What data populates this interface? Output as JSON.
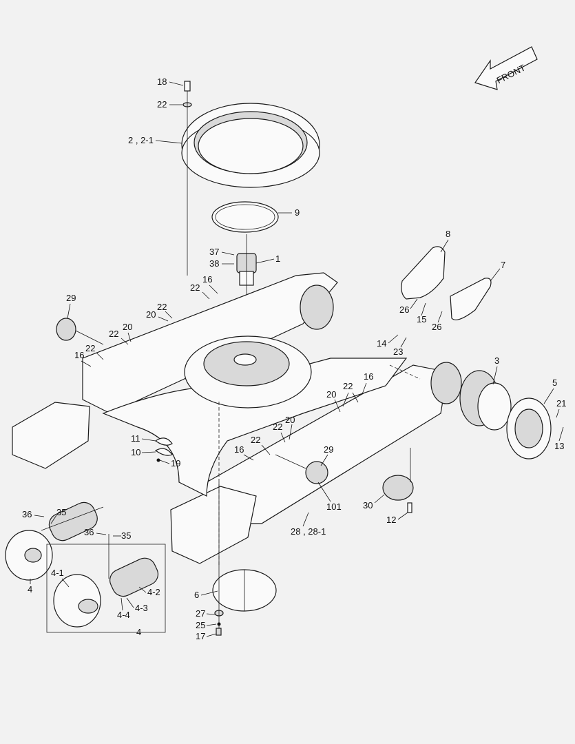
{
  "direction_arrow": {
    "label": "FRONT"
  },
  "callouts": [
    {
      "id": "c18",
      "text": "18"
    },
    {
      "id": "c22a",
      "text": "22"
    },
    {
      "id": "c2",
      "text": "2 , 2-1"
    },
    {
      "id": "c9",
      "text": "9"
    },
    {
      "id": "c37",
      "text": "37"
    },
    {
      "id": "c38",
      "text": "38"
    },
    {
      "id": "c1",
      "text": "1"
    },
    {
      "id": "c8",
      "text": "8"
    },
    {
      "id": "c7",
      "text": "7"
    },
    {
      "id": "c16a",
      "text": "16"
    },
    {
      "id": "c22b",
      "text": "22"
    },
    {
      "id": "c29a",
      "text": "29"
    },
    {
      "id": "c22c",
      "text": "22"
    },
    {
      "id": "c20a",
      "text": "20"
    },
    {
      "id": "c20b",
      "text": "20"
    },
    {
      "id": "c22d",
      "text": "22"
    },
    {
      "id": "c22e",
      "text": "22"
    },
    {
      "id": "c16b",
      "text": "16"
    },
    {
      "id": "c26a",
      "text": "26"
    },
    {
      "id": "c15",
      "text": "15"
    },
    {
      "id": "c26b",
      "text": "26"
    },
    {
      "id": "c14",
      "text": "14"
    },
    {
      "id": "c23",
      "text": "23"
    },
    {
      "id": "c3",
      "text": "3"
    },
    {
      "id": "c5",
      "text": "5"
    },
    {
      "id": "c21",
      "text": "21"
    },
    {
      "id": "c13",
      "text": "13"
    },
    {
      "id": "c16c",
      "text": "16"
    },
    {
      "id": "c22f",
      "text": "22"
    },
    {
      "id": "c20c",
      "text": "20"
    },
    {
      "id": "c20d",
      "text": "20"
    },
    {
      "id": "c22g",
      "text": "22"
    },
    {
      "id": "c22h",
      "text": "22"
    },
    {
      "id": "c16d",
      "text": "16"
    },
    {
      "id": "c29b",
      "text": "29"
    },
    {
      "id": "c11",
      "text": "11"
    },
    {
      "id": "c10",
      "text": "10"
    },
    {
      "id": "c19",
      "text": "19"
    },
    {
      "id": "c101",
      "text": "101"
    },
    {
      "id": "c30",
      "text": "30"
    },
    {
      "id": "c12",
      "text": "12"
    },
    {
      "id": "c28",
      "text": "28 , 28-1"
    },
    {
      "id": "c36a",
      "text": "36"
    },
    {
      "id": "c35a",
      "text": "35"
    },
    {
      "id": "c36b",
      "text": "36"
    },
    {
      "id": "c35b",
      "text": "35"
    },
    {
      "id": "c4a",
      "text": "4"
    },
    {
      "id": "c41",
      "text": "4-1"
    },
    {
      "id": "c42",
      "text": "4-2"
    },
    {
      "id": "c43",
      "text": "4-3"
    },
    {
      "id": "c44",
      "text": "4-4"
    },
    {
      "id": "c4b",
      "text": "4"
    },
    {
      "id": "c6",
      "text": "6"
    },
    {
      "id": "c27",
      "text": "27"
    },
    {
      "id": "c25",
      "text": "25"
    },
    {
      "id": "c17",
      "text": "17"
    }
  ]
}
